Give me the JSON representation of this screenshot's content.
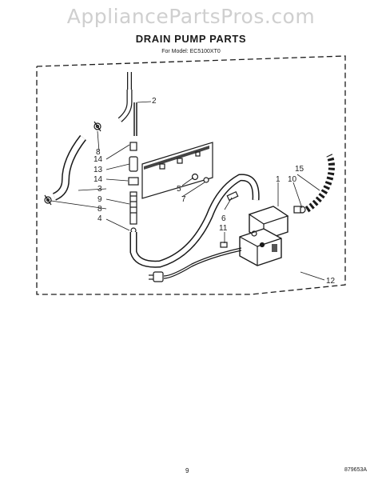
{
  "watermark": "AppliancePartsPros.com",
  "title": "DRAIN PUMP PARTS",
  "subtitle": "For Model: EC5100XT0",
  "callouts": {
    "c1": "1",
    "c2": "2",
    "c3": "3",
    "c4": "4",
    "c5": "5",
    "c6": "6",
    "c7": "7",
    "c8a": "8",
    "c8b": "8",
    "c9": "9",
    "c10": "10",
    "c11": "11",
    "c12": "12",
    "c13": "13",
    "c14a": "14",
    "c14b": "14",
    "c15": "15"
  },
  "footer": {
    "page": "9",
    "code": "879653A"
  }
}
